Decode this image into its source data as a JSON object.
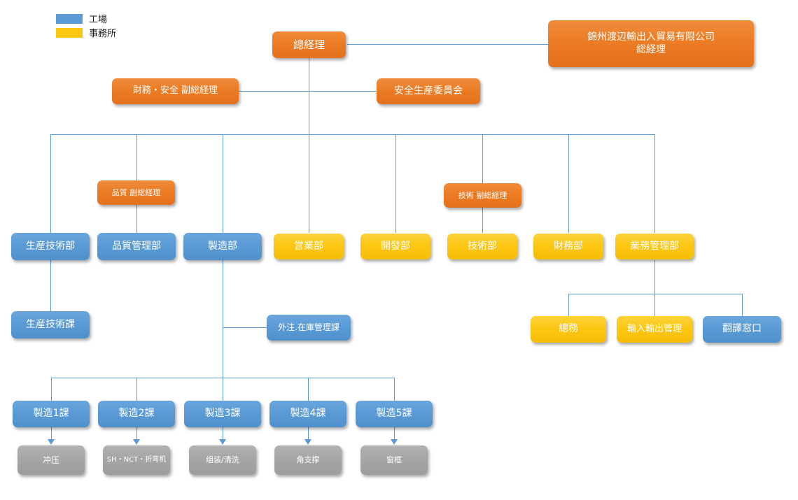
{
  "legend": {
    "items": [
      {
        "label": "工場",
        "color": "#5b9bd5",
        "swatch": "blue"
      },
      {
        "label": "事務所",
        "color": "#fcc713",
        "swatch": "yellow"
      }
    ]
  },
  "colors": {
    "orange": "#ec7c24",
    "blue": "#5b9bd5",
    "yellow": "#fcc713",
    "gray": "#a6a6a6",
    "line": "#5b9bd5"
  },
  "nodes": {
    "general_manager": "總経理",
    "parent_company_line1": "錦州渡辺輸出入貿易有限公司",
    "parent_company_line2": "総経理",
    "finance_safety_deputy": "財務・安全 副総経理",
    "safety_production_committee": "安全生産委員会",
    "quality_deputy": "品質 副総経理",
    "technology_deputy": "技術 副総経理",
    "dept_production_tech": "生産技術部",
    "dept_quality_control": "品質管理部",
    "dept_manufacturing": "製造部",
    "dept_sales": "営業部",
    "dept_development": "開發部",
    "dept_technology": "技術部",
    "dept_finance": "財務部",
    "dept_business_admin": "業務管理部",
    "sec_production_tech": "生産技術課",
    "sec_outsourcing_inventory": "外注.在庫管理課",
    "sec_general_affairs": "總務",
    "sec_import_export": "輸入輸出管理",
    "sec_translation_window": "翻譯窓口",
    "mfg_1": "製造1課",
    "mfg_2": "製造2課",
    "mfg_3": "製造3課",
    "mfg_4": "製造4課",
    "mfg_5": "製造5課",
    "proc_1": "冲压",
    "proc_2": "SH・NCT・折弯机",
    "proc_3": "组装/清洗",
    "proc_4": "角支撑",
    "proc_5": "窗框"
  }
}
